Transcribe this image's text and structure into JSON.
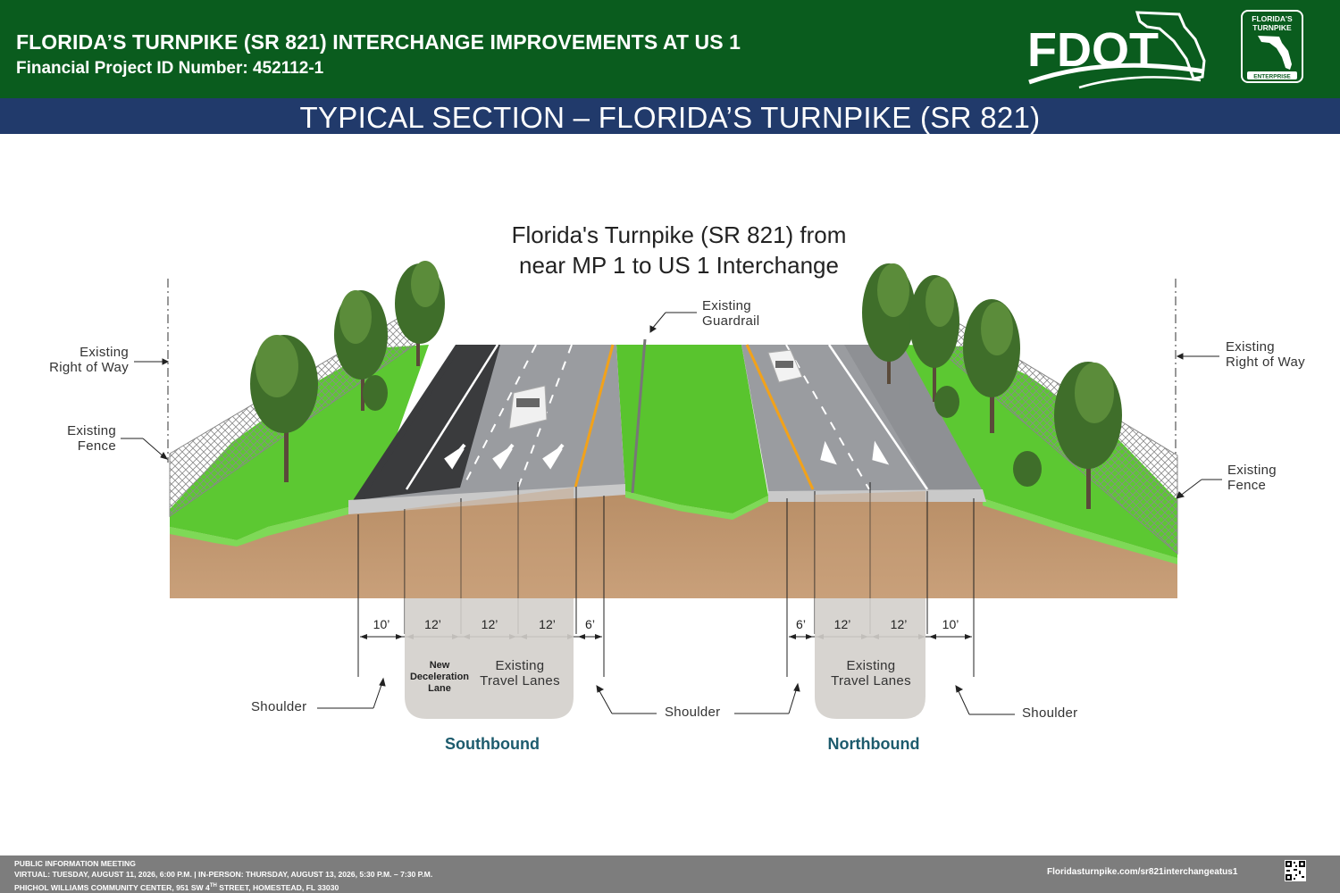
{
  "header": {
    "title": "FLORIDA’S TURNPIKE (SR 821) INTERCHANGE IMPROVEMENTS AT US 1",
    "subtitle": "Financial Project ID Number: 452112-1",
    "fdot_logo_text": "FDOT",
    "fte_logo_line1": "FLORIDA'S",
    "fte_logo_line2": "TURNPIKE",
    "fte_logo_line3": "ENTERPRISE"
  },
  "section_title": "TYPICAL SECTION – FLORIDA’S TURNPIKE (SR 821)",
  "diagram": {
    "title_line1": "Florida's Turnpike (SR 821) from",
    "title_line2": "near MP 1 to US 1 Interchange",
    "labels": {
      "existing_row_left_1": "Existing",
      "existing_row_left_2": "Right of Way",
      "existing_fence_left_1": "Existing",
      "existing_fence_left_2": "Fence",
      "guardrail_1": "Existing",
      "guardrail_2": "Guardrail",
      "existing_row_right_1": "Existing",
      "existing_row_right_2": "Right of Way",
      "existing_fence_right_1": "Existing",
      "existing_fence_right_2": "Fence"
    },
    "southbound": {
      "dims": [
        "10’",
        "12’",
        "12’",
        "12’",
        "6’"
      ],
      "new_decel_1": "New",
      "new_decel_2": "Deceleration",
      "new_decel_3": "Lane",
      "travel_1": "Existing",
      "travel_2": "Travel Lanes",
      "shoulder_left": "Shoulder",
      "shoulder_right": "Shoulder",
      "label": "Southbound"
    },
    "northbound": {
      "dims": [
        "6’",
        "12’",
        "12’",
        "10’"
      ],
      "travel_1": "Existing",
      "travel_2": "Travel Lanes",
      "shoulder": "Shoulder",
      "label": "Northbound"
    },
    "colors": {
      "grass": "#5cc832",
      "soil": "#b58a62",
      "asphalt": "#3a3b3d",
      "edge_line": "#f2a21a",
      "direction_label": "#1d5b6d"
    }
  },
  "footer": {
    "line1": "PUBLIC INFORMATION MEETING",
    "line2": "VIRTUAL: TUESDAY, AUGUST 11, 2026, 6:00 P.M. | IN-PERSON: THURSDAY, AUGUST 13, 2026, 5:30 P.M. – 7:30 P.M.",
    "line3_a": "PHICHOL WILLIAMS COMMUNITY CENTER, 951 SW 4",
    "line3_sup": "TH",
    "line3_b": " STREET, HOMESTEAD, FL 33030",
    "url": "Floridasturnpike.com/sr821interchangeatus1"
  }
}
